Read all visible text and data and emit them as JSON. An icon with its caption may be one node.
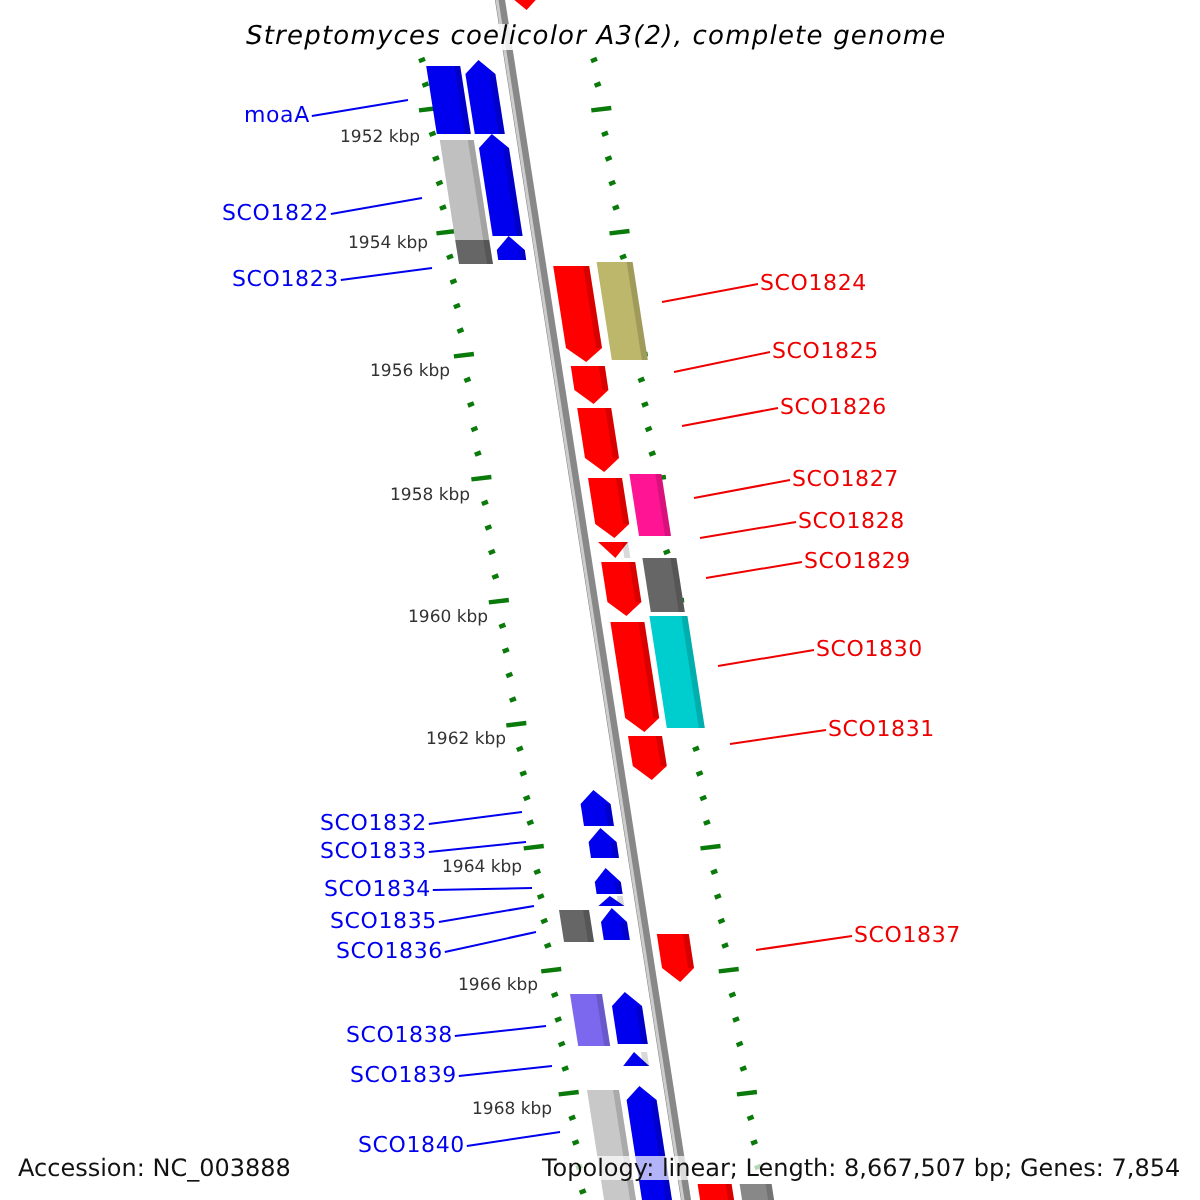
{
  "diagram": {
    "title": "Streptomyces coelicolor A3(2), complete genome",
    "nodes": [
      {
        "text": [
          "moaA"
        ]
      },
      {
        "text": [
          "SCO1822"
        ]
      },
      {
        "text": [
          "SCO1823"
        ]
      },
      {
        "text": [
          "SCO1824"
        ]
      },
      {
        "text": [
          "SCO1825"
        ]
      },
      {
        "text": [
          "SCO1826"
        ]
      },
      {
        "text": [
          "SCO1827"
        ]
      },
      {
        "text": [
          "SCO1828"
        ]
      },
      {
        "text": [
          "SCO1829"
        ]
      },
      {
        "text": [
          "SCO1830"
        ]
      },
      {
        "text": [
          "SCO1831"
        ]
      },
      {
        "text": [
          "SCO1832"
        ]
      },
      {
        "text": [
          "SCO1833"
        ]
      },
      {
        "text": [
          "SCO1834"
        ]
      },
      {
        "text": [
          "SCO1835"
        ]
      },
      {
        "text": [
          "SCO1836"
        ]
      },
      {
        "text": [
          "SCO1837"
        ]
      },
      {
        "text": [
          "SCO1838"
        ]
      },
      {
        "text": [
          "SCO1839"
        ]
      },
      {
        "text": [
          "SCO1840"
        ]
      }
    ],
    "edges": [
      {
        "from": 0,
        "to": null,
        "arrow": "none"
      },
      {
        "from": 1,
        "to": null,
        "arrow": "none"
      },
      {
        "from": 2,
        "to": null,
        "arrow": "none"
      },
      {
        "from": 3,
        "to": null,
        "arrow": "none",
        "color": "#ee0000"
      },
      {
        "from": 4,
        "to": null,
        "arrow": "none",
        "color": "#ee0000"
      },
      {
        "from": 5,
        "to": null,
        "arrow": "none",
        "color": "#ee0000"
      },
      {
        "from": 6,
        "to": null,
        "arrow": "none",
        "color": "#ee0000"
      },
      {
        "from": 7,
        "to": null,
        "arrow": "none",
        "color": "#ee0000"
      },
      {
        "from": 8,
        "to": null,
        "arrow": "none",
        "color": "#ee0000"
      },
      {
        "from": 9,
        "to": null,
        "arrow": "none",
        "color": "#ee0000"
      },
      {
        "from": 10,
        "to": null,
        "arrow": "none",
        "color": "#ee0000"
      },
      {
        "from": 11,
        "to": null,
        "arrow": "none"
      },
      {
        "from": 12,
        "to": null,
        "arrow": "none"
      },
      {
        "from": 13,
        "to": null,
        "arrow": "none"
      },
      {
        "from": 14,
        "to": null,
        "arrow": "none"
      },
      {
        "from": 15,
        "to": null,
        "arrow": "none"
      },
      {
        "from": 16,
        "to": null,
        "arrow": "none",
        "color": "#ee0000"
      },
      {
        "from": 17,
        "to": null,
        "arrow": "none"
      },
      {
        "from": 18,
        "to": null,
        "arrow": "none"
      },
      {
        "from": 19,
        "to": null,
        "arrow": "none"
      }
    ],
    "labels": [
      "1952 kbp",
      "1954 kbp",
      "1956 kbp",
      "1958 kbp",
      "1960 kbp",
      "1962 kbp",
      "1964 kbp",
      "1966 kbp",
      "1968 kbp",
      "Accession: NC_003888",
      "Topology: linear; Length: 8,667,507 bp; Genes: 7,854"
    ]
  }
}
